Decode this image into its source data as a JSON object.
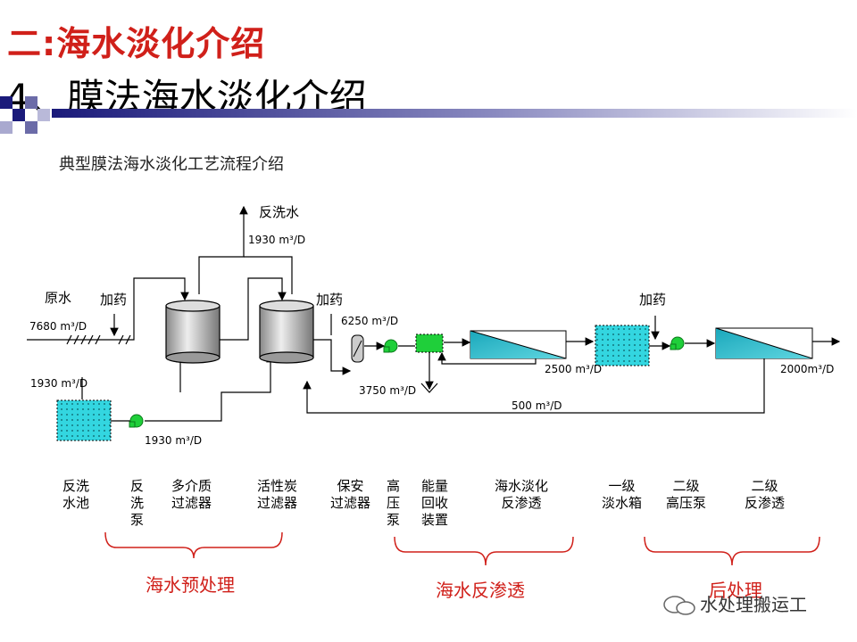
{
  "header": {
    "title": "二:海水淡化介绍",
    "subtitle": "4、膜法海水淡化介绍"
  },
  "diagram": {
    "caption": "典型膜法海水淡化工艺流程介绍",
    "labels": {
      "backwash_water": "反洗水",
      "raw_water": "原水",
      "dosing1": "加药",
      "dosing2": "加药",
      "dosing3": "加药"
    },
    "flows": {
      "f_backwash": "1930 m³/D",
      "f_raw": "7680 m³/D",
      "f_tank": "1930 m³/D",
      "f_pump": "1930 m³/D",
      "f_6250": "6250 m³/D",
      "f_3750": "3750 m³/D",
      "f_2500": "2500 m³/D",
      "f_500": "500 m³/D",
      "f_2000": "2000m³/D"
    },
    "components": [
      "反洗\n水池",
      "反\n洗\n泵",
      "多介质\n过滤器",
      "活性炭\n过滤器",
      "保安\n过滤器",
      "高\n压\n泵",
      "能量\n回收\n装置",
      "海水淡化\n反渗透",
      "一级\n淡水箱",
      "二级\n高压泵",
      "二级\n反渗透"
    ],
    "groups": [
      "海水预处理",
      "海水反渗透",
      "后处理"
    ]
  },
  "watermark": "水处理搬运工",
  "colors": {
    "title_red": "#d0201a",
    "tank_fill": "#33d6e0",
    "pump_green": "#1fcf3a",
    "membrane_fill": "#2eb8c8"
  }
}
